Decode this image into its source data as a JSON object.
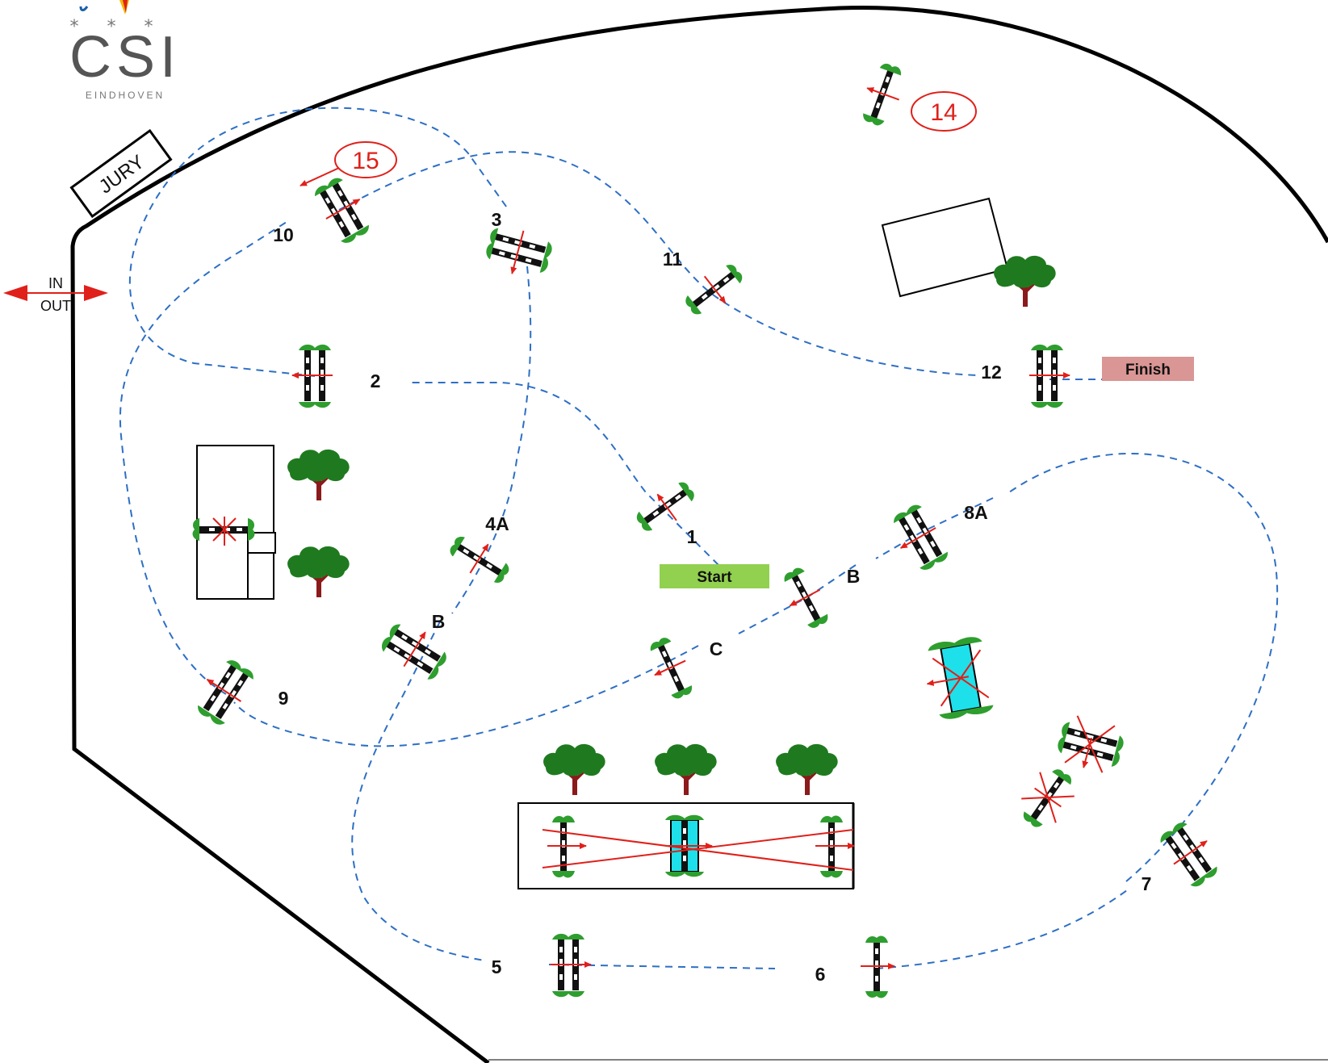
{
  "logo": {
    "title": "CSI",
    "subtitle": "EINDHOVEN",
    "stars": "* * *"
  },
  "jury_label": "JURY",
  "gate": {
    "in": "IN",
    "out": "OUT"
  },
  "start_label": "Start",
  "finish_label": "Finish",
  "obstacle_numbers": {
    "n1": "1",
    "n2": "2",
    "n3": "3",
    "n4a": "4A",
    "n4b": "B",
    "n5": "5",
    "n6": "6",
    "n7": "7",
    "n8a": "8A",
    "n8b": "B",
    "n8c": "C",
    "n9": "9",
    "n10": "10",
    "n11": "11",
    "n12": "12",
    "n14": "14",
    "n15": "15"
  },
  "colors": {
    "route": "#2e6fc4",
    "arrow": "#e0201a",
    "grass": "#2e9e2e",
    "tree_leaf": "#1f7a1f",
    "tree_trunk": "#8b1a1a",
    "start_bg": "#92d050",
    "finish_bg": "#d99694",
    "water": "#1ee0ea"
  }
}
